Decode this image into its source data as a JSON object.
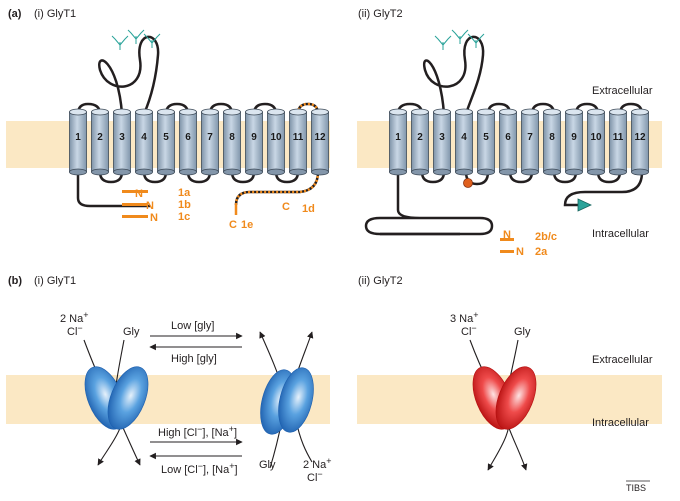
{
  "panel_a": {
    "label": "(a)",
    "glyt1_title": "(i) GlyT1",
    "glyt2_title": "(ii) GlyT2",
    "helix_numbers": [
      "1",
      "2",
      "3",
      "4",
      "5",
      "6",
      "7",
      "8",
      "9",
      "10",
      "11",
      "12"
    ],
    "extracellular": "Extracellular",
    "intracellular": "Intracellular",
    "glyt1_n_mark": "N",
    "glyt1_c_mark": "C",
    "glyt1_isoforms": [
      "1a",
      "1b",
      "1c"
    ],
    "glyt1_c_isoforms": [
      "1d",
      "1e"
    ],
    "glyt2_n_mark": "N",
    "glyt2_isoforms": [
      "2b/c",
      "2a"
    ]
  },
  "panel_b": {
    "label": "(b)",
    "glyt1_title": "(i) GlyT1",
    "glyt2_title": "(ii) GlyT2",
    "na_2": "2 Na",
    "na_3": "3 Na",
    "plus": "+",
    "cl": "Cl",
    "minus": "−",
    "gly": "Gly",
    "low_gly": "Low [gly]",
    "high_gly": "High [gly]",
    "high_ions_1": "High [Cl",
    "high_ions_2": "], [Na",
    "high_ions_3": "]",
    "low_ions_1": "Low [Cl",
    "extracellular": "Extracellular",
    "intracellular": "Intracellular",
    "credit": "TIBS"
  },
  "colors": {
    "membrane": "#fbe8c4",
    "helix": "#b4c6d8",
    "orange": "#f08a1c",
    "blue": "#2e7fd0",
    "red": "#e02020",
    "teal": "#2aa39a"
  }
}
